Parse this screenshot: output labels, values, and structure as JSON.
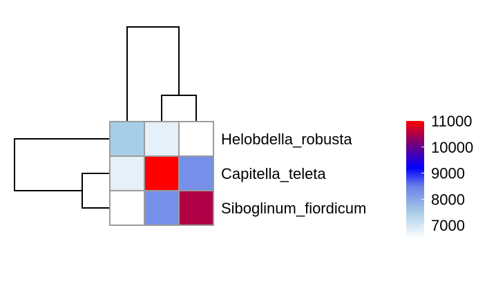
{
  "chart_data": {
    "type": "heatmap",
    "title": "",
    "row_labels": [
      "Helobdella_robusta",
      "Capitella_teleta",
      "Siboglinum_fiordicum"
    ],
    "col_labels": [],
    "values": [
      [
        7500,
        6800,
        6500
      ],
      [
        6800,
        11000,
        8300
      ],
      [
        6500,
        8300,
        10500
      ]
    ],
    "color_scale": {
      "min": 6500,
      "max": 11000,
      "ticks": [
        7000,
        8000,
        9000,
        10000,
        11000
      ],
      "tick_labels": [
        "7000",
        "8000",
        "9000",
        "10000",
        "11000"
      ],
      "stops": [
        {
          "value": 6500,
          "color": "#ffffff"
        },
        {
          "value": 7500,
          "color": "#a8cde7"
        },
        {
          "value": 8500,
          "color": "#6a7fe8"
        },
        {
          "value": 9200,
          "color": "#0000ff"
        },
        {
          "value": 10200,
          "color": "#800070"
        },
        {
          "value": 11000,
          "color": "#ff0000"
        }
      ]
    },
    "row_dendrogram": {
      "merges": [
        [
          1,
          2
        ],
        [
          0,
          "1+2"
        ]
      ]
    },
    "col_dendrogram": {
      "merges": [
        [
          1,
          2
        ],
        [
          0,
          "1+2"
        ]
      ]
    },
    "legend_position": "right",
    "cell_border_color": "#9b9b9b"
  }
}
